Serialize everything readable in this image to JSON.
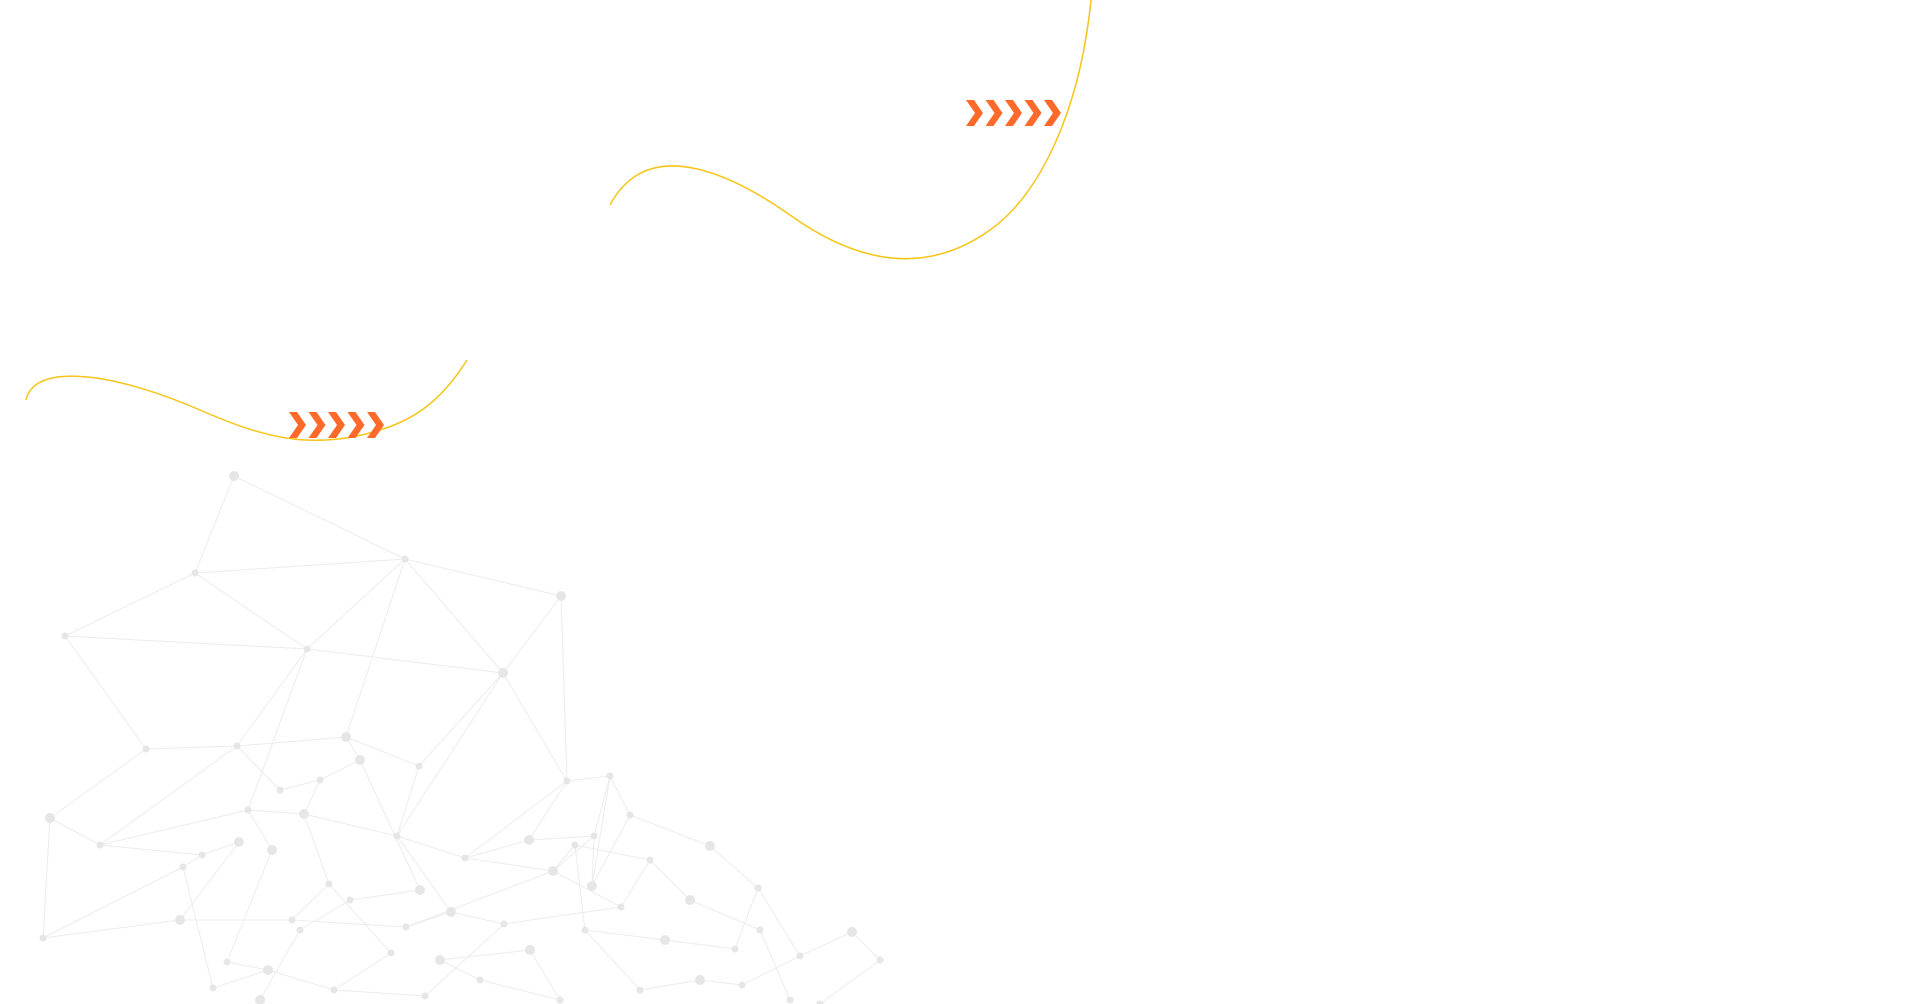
{
  "page": {
    "background": "#ffffff"
  },
  "colors": {
    "curve": "#f5c518",
    "chevron": "#ff6a2b",
    "network_line": "#ececec",
    "network_node": "#e6e6e6"
  },
  "decorations": {
    "curves": [
      {
        "name": "decorative-curve-upper",
        "icon": "wavy-line"
      },
      {
        "name": "decorative-curve-lower",
        "icon": "wavy-line"
      }
    ],
    "chevron_groups": [
      {
        "name": "chevron-arrows-upper-icon",
        "icon": "chevron-right-icon",
        "count": 5
      },
      {
        "name": "chevron-arrows-lower-icon",
        "icon": "chevron-right-icon",
        "count": 5
      }
    ],
    "network": {
      "name": "network-graph-pattern",
      "icon": "network-mesh"
    }
  }
}
